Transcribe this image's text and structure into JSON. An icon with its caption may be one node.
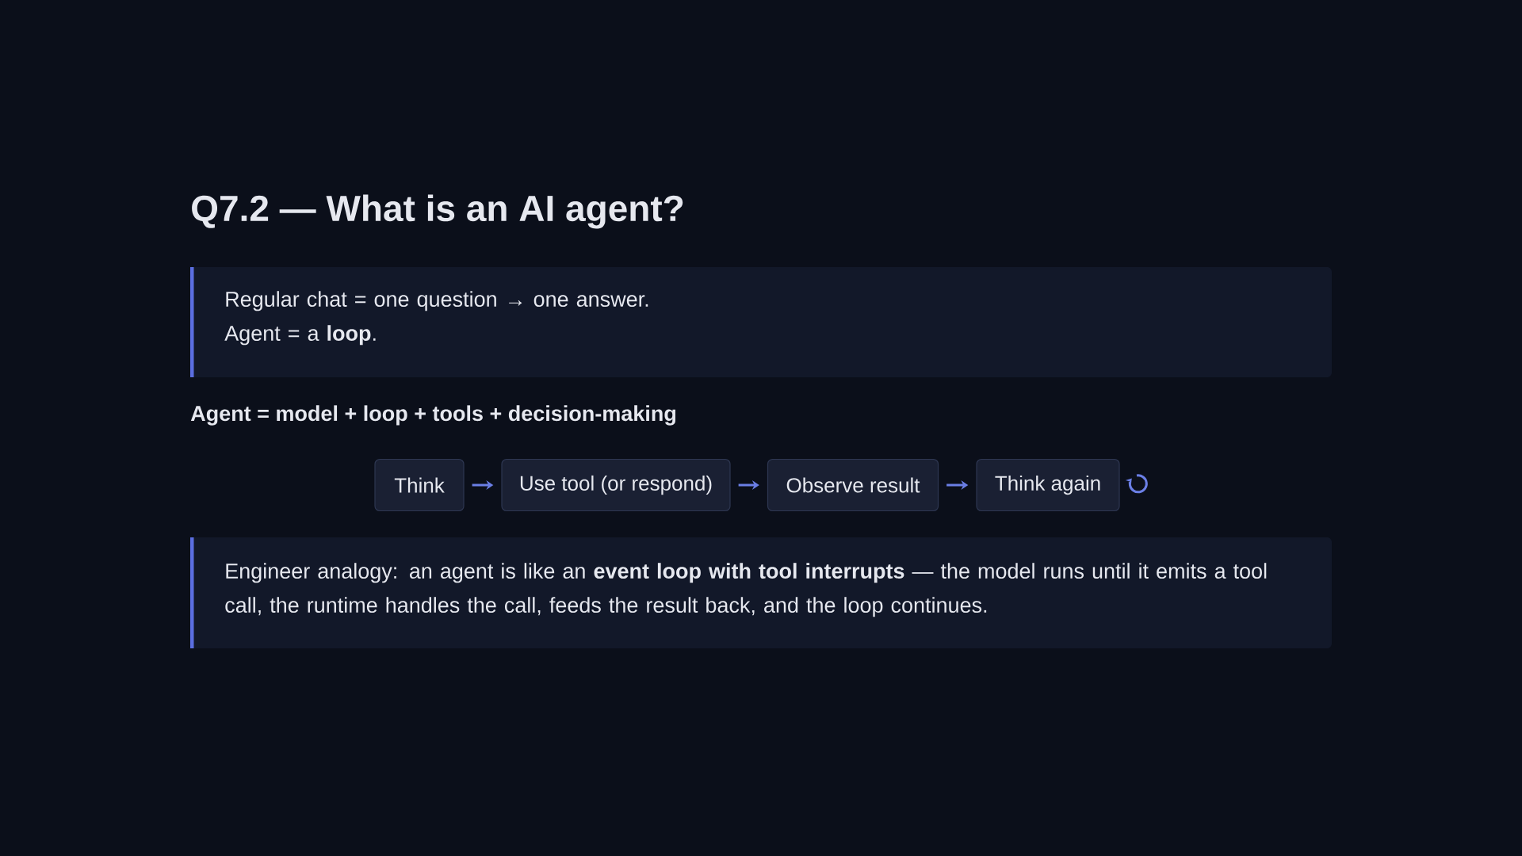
{
  "diagram": {
    "title": "Q7.2 — What is an AI agent?",
    "nodes": [
      {
        "text": [
          "Regular chat = one question → one answer.",
          "Agent = a **loop**."
        ]
      },
      {
        "text": [
          "Think"
        ]
      },
      {
        "text": [
          "Use tool (or respond)"
        ]
      },
      {
        "text": [
          "Observe result"
        ]
      },
      {
        "text": [
          "Think again"
        ]
      },
      {
        "text": [
          "Engineer analogy: an agent is like an **event loop with tool interrupts** — the model runs until it emits a tool call, the runtime handles the call, feeds the result back, and the loop continues."
        ]
      }
    ],
    "edges": [
      {
        "from": 1,
        "to": 2,
        "arrow": "to"
      },
      {
        "from": 2,
        "to": 3,
        "arrow": "to"
      },
      {
        "from": 3,
        "to": 4,
        "arrow": "to"
      }
    ],
    "labels": [
      "Agent = model + loop + tools + decision-making"
    ]
  }
}
